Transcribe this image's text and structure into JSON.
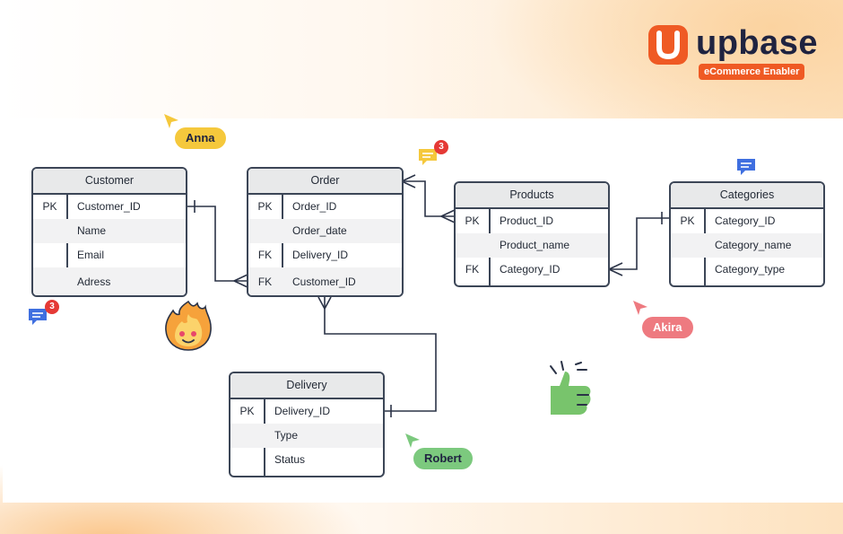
{
  "brand": {
    "name": "upbase",
    "tagline": "eCommerce Enabler",
    "accent": "#ef5a24"
  },
  "tables": {
    "customer": {
      "title": "Customer",
      "rows": [
        {
          "key": "PK",
          "field": "Customer_ID"
        },
        {
          "key": "",
          "field": "Name"
        },
        {
          "key": "",
          "field": "Email"
        },
        {
          "key": "",
          "field": "Adress"
        }
      ]
    },
    "order": {
      "title": "Order",
      "rows": [
        {
          "key": "PK",
          "field": "Order_ID"
        },
        {
          "key": "",
          "field": "Order_date"
        },
        {
          "key": "FK",
          "field": "Delivery_ID"
        },
        {
          "key": "FK",
          "field": "Customer_ID"
        }
      ]
    },
    "products": {
      "title": "Products",
      "rows": [
        {
          "key": "PK",
          "field": "Product_ID"
        },
        {
          "key": "",
          "field": "Product_name"
        },
        {
          "key": "FK",
          "field": "Category_ID"
        }
      ]
    },
    "categories": {
      "title": "Categories",
      "rows": [
        {
          "key": "PK",
          "field": "Category_ID"
        },
        {
          "key": "",
          "field": "Category_name"
        },
        {
          "key": "",
          "field": "Category_type"
        }
      ]
    },
    "delivery": {
      "title": "Delivery",
      "rows": [
        {
          "key": "PK",
          "field": "Delivery_ID"
        },
        {
          "key": "",
          "field": "Type"
        },
        {
          "key": "",
          "field": "Status"
        }
      ]
    }
  },
  "collaborators": {
    "anna": {
      "name": "Anna",
      "color": "#f5c83c"
    },
    "akira": {
      "name": "Akira",
      "color": "#ee7a80"
    },
    "robert": {
      "name": "Robert",
      "color": "#7cc97e"
    }
  },
  "comments": {
    "yellow_count": "3",
    "blue_count": "3"
  },
  "icons": [
    "chat-bubble-icon",
    "flame-emoji-icon",
    "thumbs-up-icon",
    "cursor-arrow-icon"
  ]
}
